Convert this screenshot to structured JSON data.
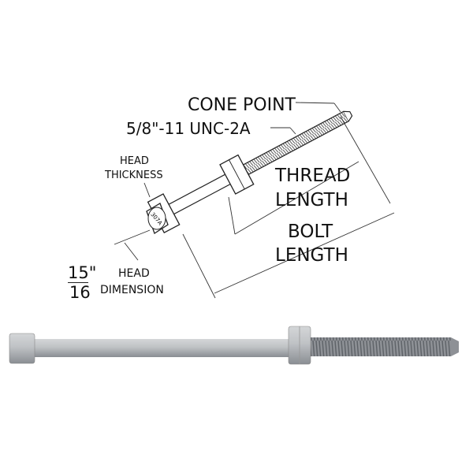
{
  "labels": {
    "cone_point": "CONE POINT",
    "thread_spec": "5/8\"-11 UNC-2A",
    "head_thickness": [
      "HEAD",
      "THICKNESS"
    ],
    "thread_length": [
      "THREAD",
      "LENGTH"
    ],
    "bolt_length": [
      "BOLT",
      "LENGTH"
    ],
    "head_dimension_numerator": "15\"",
    "head_dimension_denominator": "16",
    "head_dimension": [
      "HEAD",
      "DIMENSION"
    ]
  },
  "head_stamp": "307A",
  "colors": {
    "line": "#222222",
    "galvanized": "#b9bcbf",
    "galvanized_dark": "#7d8186"
  }
}
